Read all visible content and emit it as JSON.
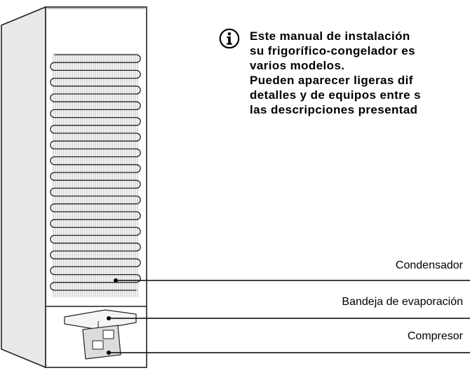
{
  "note": {
    "line1": "Este manual de instalación",
    "line2": "su frigorífico-congelador es",
    "line3": "varios modelos.",
    "line4": "Pueden aparecer ligeras dif",
    "line5": "detalles y de equipos entre s",
    "line6": "las descripciones presentad"
  },
  "labels": {
    "condensador": "Condensador",
    "bandeja": "Bandeja de evaporación",
    "compresor": "Compresor"
  },
  "icons": {
    "info": "info-icon"
  }
}
